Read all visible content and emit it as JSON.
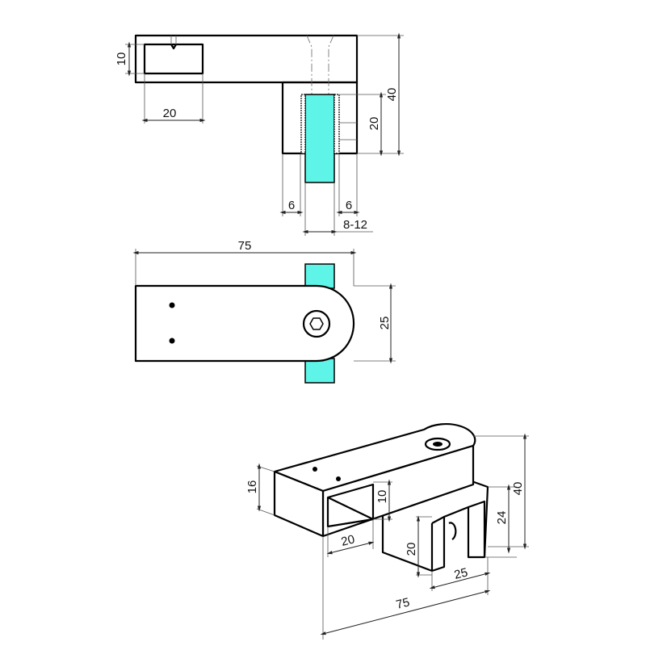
{
  "top_view": {
    "dims": {
      "slot_height": "10",
      "slot_width": "20",
      "total_height": "40",
      "clamp_depth": "20",
      "wall_left": "6",
      "wall_right": "6",
      "glass_thickness": "8-12"
    }
  },
  "front_view": {
    "dims": {
      "length": "75",
      "width": "25"
    }
  },
  "iso_view": {
    "dims": {
      "height": "16",
      "slot_height": "10",
      "slot_width": "20",
      "clamp_depth": "20",
      "clamp_height": "24",
      "total_height": "40",
      "clamp_width": "25",
      "length": "75"
    }
  },
  "colors": {
    "glass": "#5ef5e8"
  }
}
